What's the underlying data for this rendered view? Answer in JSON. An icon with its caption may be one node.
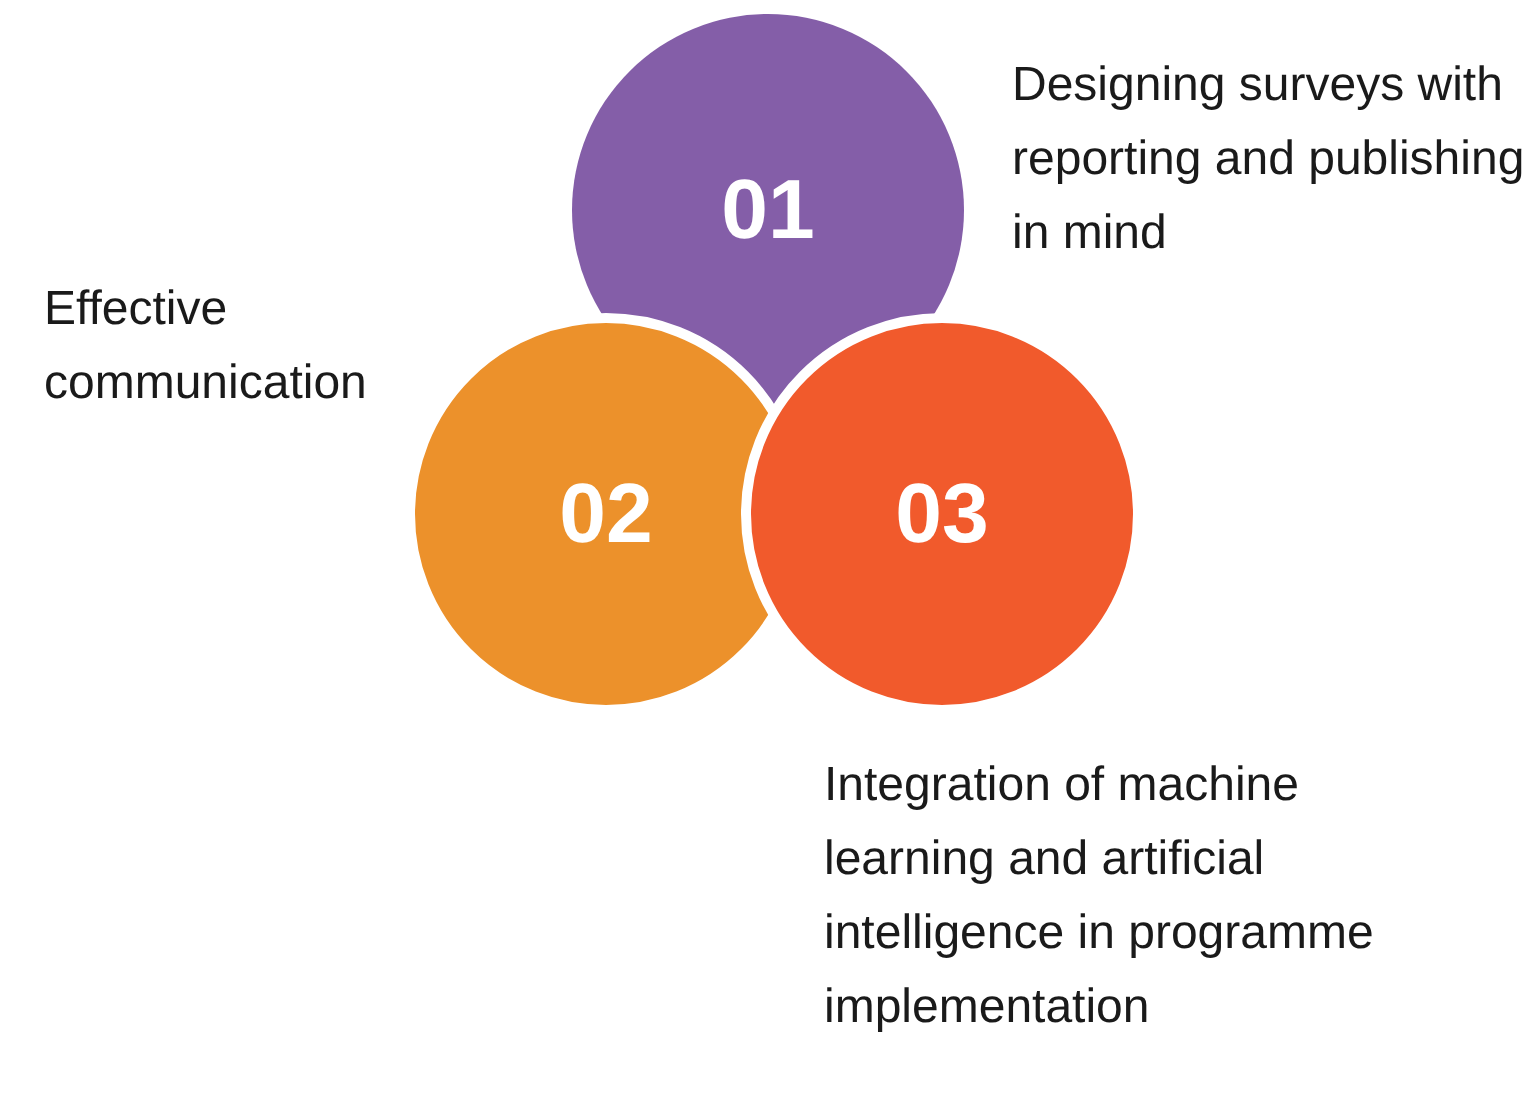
{
  "diagram": {
    "nodes": [
      {
        "text": [
          "01"
        ]
      },
      {
        "text": [
          "02"
        ]
      },
      {
        "text": [
          "03"
        ]
      }
    ],
    "labels": [
      "Designing surveys with reporting and publishing in mind",
      "Effective communication",
      "Integration of machine learning and artificial intelligence in programme implementation"
    ]
  }
}
